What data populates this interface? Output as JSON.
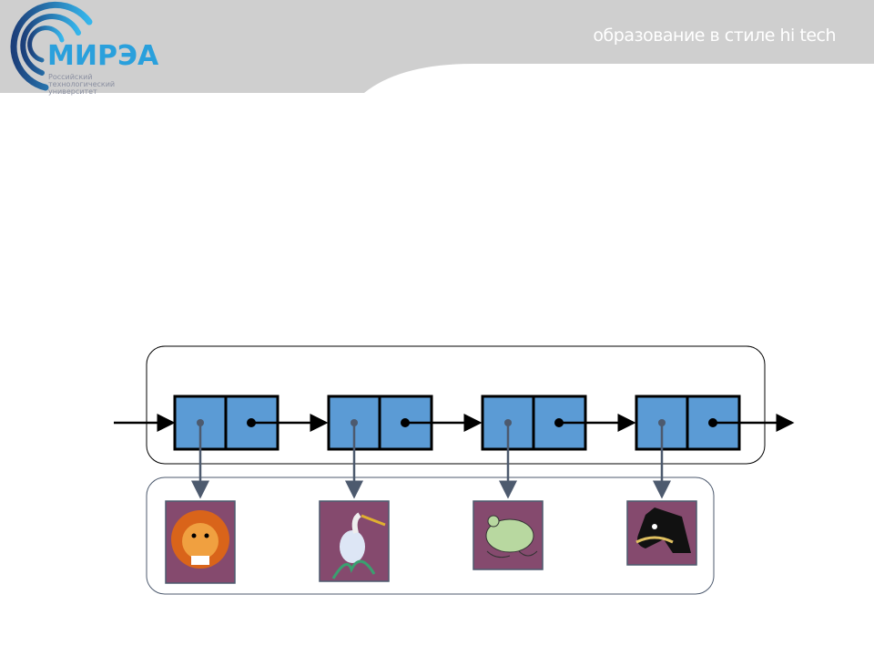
{
  "header": {
    "logo_name": "МИРЭА",
    "logo_subtitle": [
      "Российский",
      "технологический",
      "университет"
    ],
    "tagline": "образование в стиле hi tech"
  },
  "diagram": {
    "type": "linked-list",
    "nodes": [
      {
        "data": "lion"
      },
      {
        "data": "heron"
      },
      {
        "data": "frog"
      },
      {
        "data": "horse"
      }
    ],
    "colors": {
      "node_fill": "#5b9bd5",
      "image_background": "#854a6e",
      "pointer_arrow": "#4d5a6e",
      "header_gray": "#cfcfcf",
      "logo_blue": "#2aa0dc"
    }
  }
}
